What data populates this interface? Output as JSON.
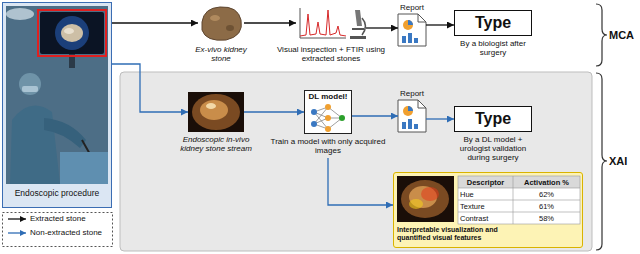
{
  "diagram": {
    "nodes": [
      {
        "text": [
          "Endoscopic procedure"
        ]
      },
      {
        "text": [
          "Ex-vivo kidney stone"
        ]
      },
      {
        "text": [
          "Visual inspection + FTIR using extracted stones"
        ]
      },
      {
        "text": [
          "Report"
        ]
      },
      {
        "text": [
          "Type",
          "By a biologist after surgery"
        ]
      },
      {
        "text": [
          "Endoscopic in-vivo kidney stone stream"
        ]
      },
      {
        "text": [
          "DL model!",
          "Train a model with only acquired images"
        ]
      },
      {
        "text": [
          "Report"
        ]
      },
      {
        "text": [
          "Type",
          "By a DL model + urologist validation during surgery"
        ]
      },
      {
        "text": [
          "Descriptor",
          "Activation %",
          "Hue",
          "62%",
          "Texture",
          "61%",
          "Contrast",
          "58%",
          "Interpretable visualization and quantified visual features"
        ]
      }
    ],
    "edges": [
      {
        "from": 0,
        "to": 1,
        "arrow": "to"
      },
      {
        "from": 1,
        "to": 2,
        "arrow": "to"
      },
      {
        "from": 2,
        "to": 3,
        "arrow": "to"
      },
      {
        "from": 3,
        "to": 4,
        "arrow": "to"
      },
      {
        "from": 0,
        "to": 5,
        "arrow": "to"
      },
      {
        "from": 5,
        "to": 6,
        "arrow": "to"
      },
      {
        "from": 6,
        "to": 7,
        "arrow": "to"
      },
      {
        "from": 7,
        "to": 8,
        "arrow": "to"
      },
      {
        "from": 6,
        "to": 9,
        "arrow": "to"
      }
    ],
    "labels": [
      "MCA",
      "XAI"
    ],
    "legend": [
      {
        "text": "Extracted stone"
      },
      {
        "text": "Non-extracted stone"
      }
    ]
  }
}
